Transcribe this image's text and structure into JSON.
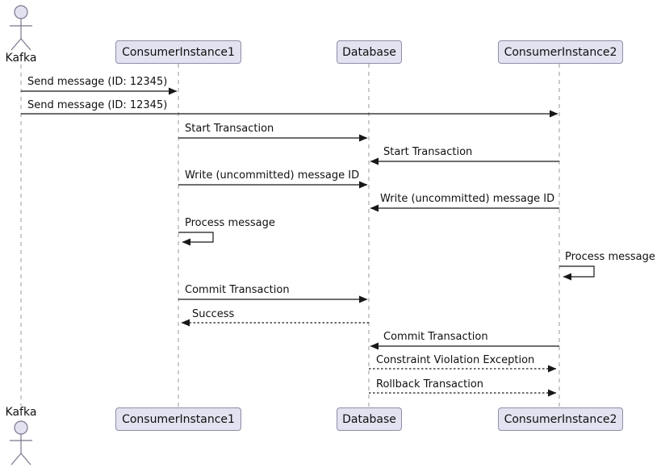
{
  "diagram": {
    "type": "uml-sequence",
    "actor": {
      "name": "Kafka"
    },
    "participants": [
      {
        "label": "ConsumerInstance1"
      },
      {
        "label": "Database"
      },
      {
        "label": "ConsumerInstance2"
      }
    ],
    "messages": [
      {
        "from": "Kafka",
        "to": "ConsumerInstance1",
        "label": "Send message (ID: 12345)",
        "line": "solid"
      },
      {
        "from": "Kafka",
        "to": "ConsumerInstance2",
        "label": "Send message (ID: 12345)",
        "line": "solid"
      },
      {
        "from": "ConsumerInstance1",
        "to": "Database",
        "label": "Start Transaction",
        "line": "solid"
      },
      {
        "from": "ConsumerInstance2",
        "to": "Database",
        "label": "Start Transaction",
        "line": "solid"
      },
      {
        "from": "ConsumerInstance1",
        "to": "Database",
        "label": "Write (uncommitted) message ID",
        "line": "solid"
      },
      {
        "from": "ConsumerInstance2",
        "to": "Database",
        "label": "Write (uncommitted) message ID",
        "line": "solid"
      },
      {
        "from": "ConsumerInstance1",
        "to": "ConsumerInstance1",
        "label": "Process message",
        "line": "solid"
      },
      {
        "from": "ConsumerInstance2",
        "to": "ConsumerInstance2",
        "label": "Process message",
        "line": "solid"
      },
      {
        "from": "ConsumerInstance1",
        "to": "Database",
        "label": "Commit Transaction",
        "line": "solid"
      },
      {
        "from": "Database",
        "to": "ConsumerInstance1",
        "label": "Success",
        "line": "dashed"
      },
      {
        "from": "ConsumerInstance2",
        "to": "Database",
        "label": "Commit Transaction",
        "line": "solid"
      },
      {
        "from": "Database",
        "to": "ConsumerInstance2",
        "label": "Constraint Violation Exception",
        "line": "dashed"
      },
      {
        "from": "Database",
        "to": "ConsumerInstance2",
        "label": "Rollback Transaction",
        "line": "dashed"
      }
    ],
    "colors": {
      "background": "#FFFFFF",
      "participant_fill": "#E2E2F0",
      "participant_border": "#8E8EA8",
      "lifeline": "#999999",
      "arrow": "#181818",
      "text": "#101010",
      "actor_line": "#77778C"
    }
  }
}
